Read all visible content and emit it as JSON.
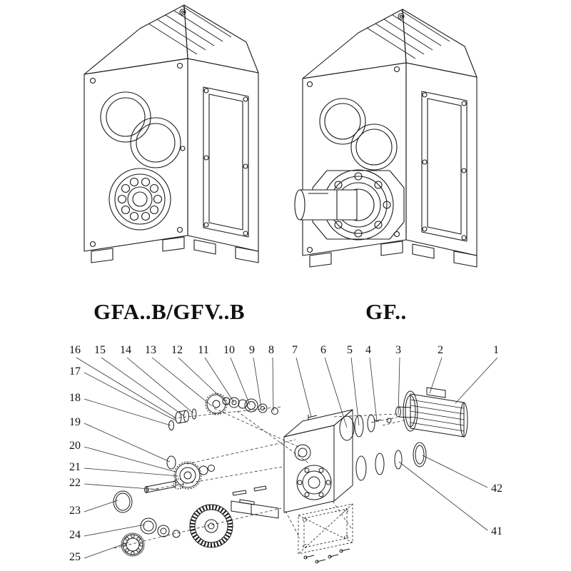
{
  "labels": {
    "left": "GFA..B/GFV..B",
    "right": "GF.."
  },
  "exploded": {
    "top_numbers": [
      "16",
      "15",
      "14",
      "13",
      "12",
      "11",
      "10",
      "9",
      "8",
      "7",
      "6",
      "5",
      "4",
      "3",
      "2",
      "1"
    ],
    "left_numbers": [
      "17",
      "18",
      "19",
      "20",
      "21",
      "22",
      "23",
      "24",
      "25"
    ],
    "right_numbers": [
      "42",
      "41"
    ]
  },
  "colors": {
    "line": "#1a1a1a",
    "leader": "#333333",
    "background": "#ffffff"
  }
}
